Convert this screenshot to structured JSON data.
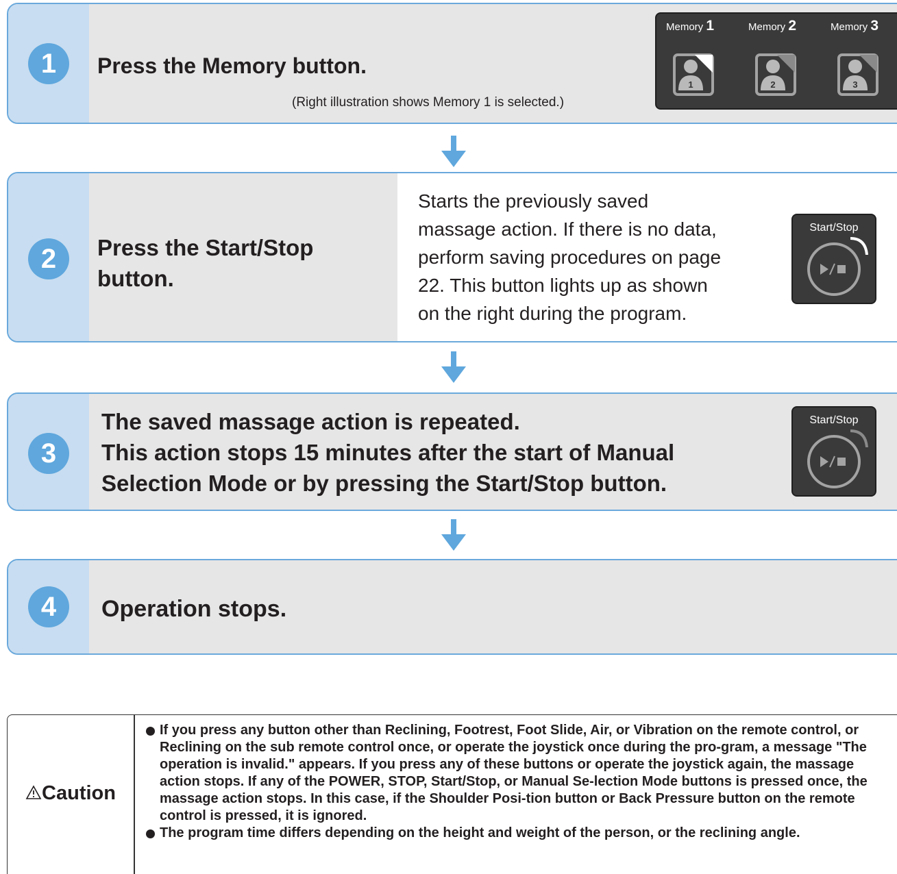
{
  "steps": [
    {
      "number": "1",
      "title": "Press the Memory button.",
      "note": "(Right illustration shows Memory 1 is selected.)",
      "memory_panel": {
        "buttons": [
          {
            "label": "Memory",
            "index": "1",
            "selected": true
          },
          {
            "label": "Memory",
            "index": "2",
            "selected": false
          },
          {
            "label": "Memory",
            "index": "3",
            "selected": false
          }
        ]
      }
    },
    {
      "number": "2",
      "title_line1": "Press the Start/Stop",
      "title_line2": "button.",
      "description_lines": [
        "Starts the previously saved",
        "massage action. If there is no data,",
        "perform saving procedures on page",
        "22. This button lights up as shown",
        "on the right during the program."
      ],
      "button_label": "Start/Stop",
      "lit": true
    },
    {
      "number": "3",
      "title_lines": [
        "The saved massage action is repeated.",
        "This action stops 15 minutes after the start of Manual",
        "Selection Mode or by pressing the Start/Stop button."
      ],
      "button_label": "Start/Stop",
      "lit": false
    },
    {
      "number": "4",
      "title": "Operation stops."
    }
  ],
  "caution": {
    "label": "Caution",
    "items": [
      "If you press any button other than Reclining, Footrest, Foot Slide, Air, or Vibration on the remote control, or Reclining on the sub remote control once, or operate the joystick once during the pro-gram, a message \"The operation is invalid.\" appears. If you press any of these buttons or operate the joystick again, the massage action stops. If any of the POWER, STOP, Start/Stop, or Manual Se-lection Mode buttons is pressed once, the massage action stops. In this case, if the Shoulder Posi-tion button or Back Pressure button on the remote control is pressed, it is ignored.",
      "The program time differs depending on the height and weight of the person, or the reclining angle."
    ]
  },
  "colors": {
    "frame": "#6aa9dc",
    "number_circle": "#5fa7dd",
    "number_column": "#c8ddf1",
    "step_fill": "#e6e6e6",
    "panel": "#3a3a3a",
    "lit_indicator": "#ffffff",
    "unlit_indicator": "#8a8a8a"
  }
}
